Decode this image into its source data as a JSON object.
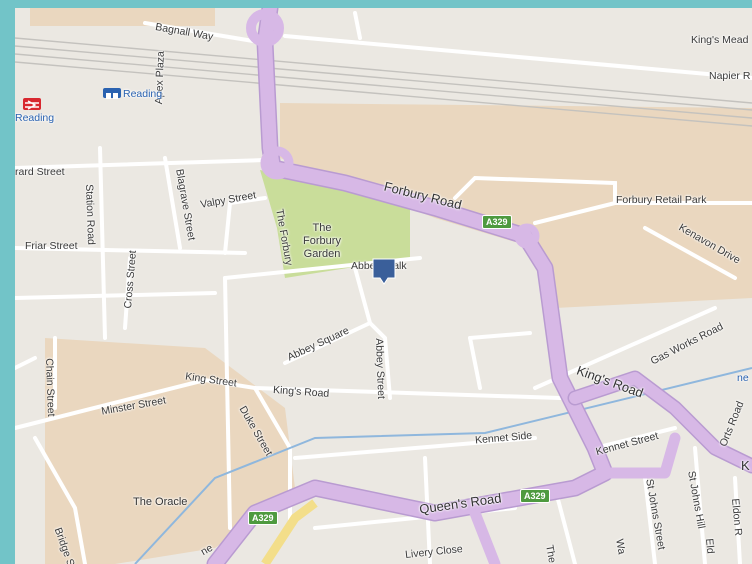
{
  "map": {
    "roads": {
      "bagnall_way": "Bagnall Way",
      "napier_road": "Napier R",
      "kings_mead": "King's Mead",
      "forbury_road": "Forbury Road",
      "forbury_retail_park": "Forbury Retail Park",
      "kenavon_drive": "Kenavon Drive",
      "gas_works_road": "Gas Works Road",
      "kings_road_east": "King's Road",
      "kings_road_mid": "King's Road",
      "king_street": "King Street",
      "minster_street": "Minster Street",
      "duke_street": "Duke Street",
      "kennet_side": "Kennet Side",
      "kennet_street": "Kennet Street",
      "queens_road": "Queen's Road",
      "abbey_street": "Abbey Street",
      "abbey_square": "Abbey Square",
      "abbey_walk": "Abbey Walk",
      "the_forbury": "The Forbury",
      "valpy_street": "Valpy Street",
      "blagrave_street": "Blagrave Street",
      "station_road": "Station Road",
      "apex_plaza": "Apex Plaza",
      "friar_street": "Friar Street",
      "cross_street": "Cross Street",
      "chain_street": "Chain Street",
      "rard_street": "rard Street",
      "bridge_street": "Bridge S",
      "orts_road": "Orts Road",
      "st_johns_street": "St Johns Street",
      "st_johns_hill": "St Johns Hill",
      "eldon": "Eldon R",
      "eld": "Eld",
      "livery_close": "Livery Close",
      "wa": "Wa",
      "the": "The",
      "ne": "ne",
      "k_edge": "K"
    },
    "places": {
      "forbury_garden": "The Forbury Garden",
      "the_oracle": "The Oracle",
      "reading_station": "Reading",
      "reading_rail": "Reading"
    },
    "shields": {
      "a329_forbury": "A329",
      "a329_queens": "A329",
      "a329_west": "A329"
    },
    "colors": {
      "background": "#ebe8e2",
      "major_road": "#d7b8e6",
      "park": "#c9dd9a",
      "commercial": "#ead7bf",
      "water": "#8fb7dd",
      "marker": "#3a5f9a",
      "frame": "#72c4c8"
    },
    "marker_icon": "location-pin-icon",
    "rail_icon": "national-rail-icon",
    "station_icon": "train-station-icon"
  }
}
